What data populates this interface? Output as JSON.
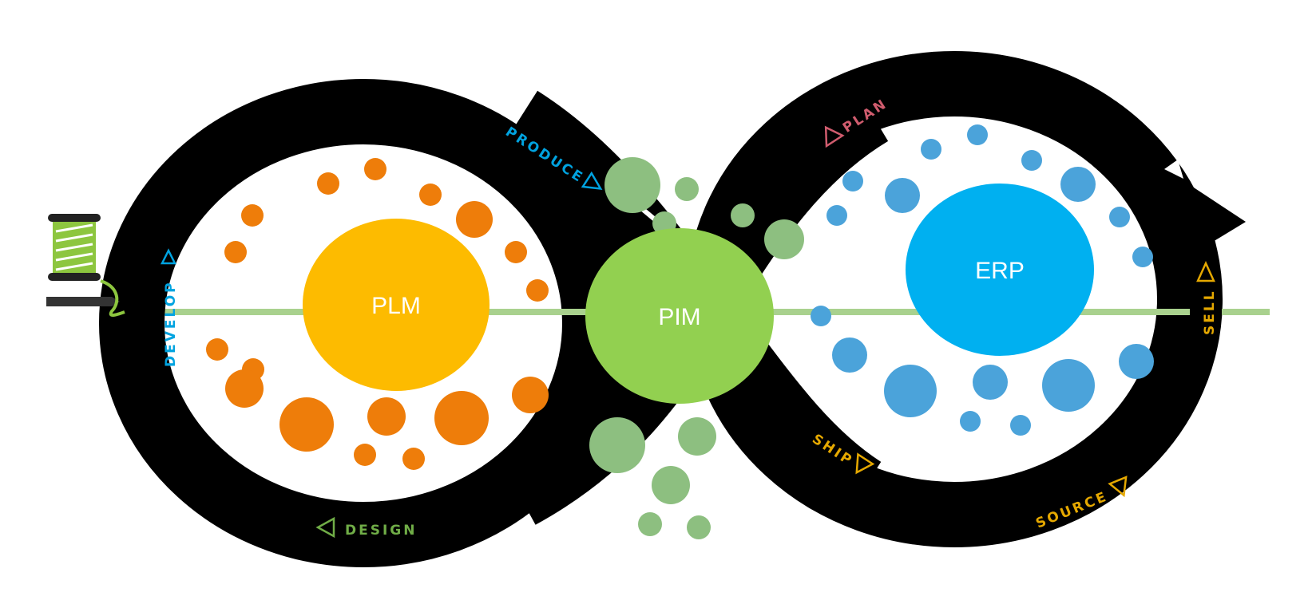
{
  "hubs": {
    "plm": {
      "label": "PLM",
      "color": "#FDBB00"
    },
    "pim": {
      "label": "PIM",
      "color": "#92D050"
    },
    "erp": {
      "label": "ERP",
      "color": "#00B0F0"
    }
  },
  "stages": {
    "develop": {
      "label": "DEVELOP",
      "color": "#00A3E0"
    },
    "design": {
      "label": "DESIGN",
      "color": "#70AD47"
    },
    "produce": {
      "label": "PRODUCE",
      "color": "#00A3E0"
    },
    "plan": {
      "label": "PLAN",
      "color": "#D05C6E"
    },
    "ship": {
      "label": "SHIP",
      "color": "#E5A800"
    },
    "source": {
      "label": "SOURCE",
      "color": "#E5A800"
    },
    "sell": {
      "label": "SELL",
      "color": "#E5A800"
    }
  },
  "colors": {
    "loop": "#000000",
    "thread": "#A9D18E",
    "plm_dots": "#EE7D0A",
    "pim_dots": "#8DBF80",
    "erp_dots": "#4BA3DA",
    "spool": "#8DC63F"
  }
}
